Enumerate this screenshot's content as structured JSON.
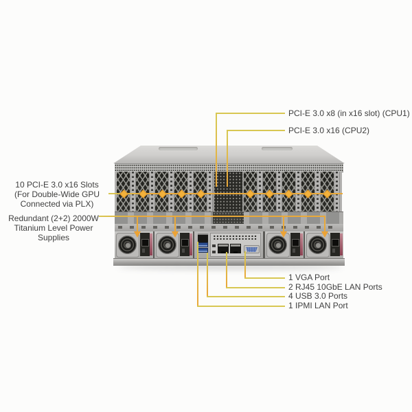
{
  "colors": {
    "callout_yellow": "#d8c752",
    "callout_orange": "#e9a93a",
    "label_text": "#3e3e3e"
  },
  "callouts": {
    "pcie_x8": {
      "label": "PCI-E 3.0 x8 (in x16 slot) (CPU1)"
    },
    "pcie_x16": {
      "label": "PCI-E 3.0 x16 (CPU2)"
    },
    "gpu_slots": {
      "lines": [
        "10 PCI-E 3.0 x16 Slots",
        "(For Double-Wide GPU",
        "Connected via PLX)"
      ]
    },
    "power": {
      "lines": [
        "Redundant (2+2) 2000W",
        "Titanium Level Power Supplies"
      ]
    },
    "vga": {
      "label": "1 VGA Port"
    },
    "lan": {
      "label": "2 RJ45 10GbE LAN Ports"
    },
    "usb": {
      "label": "4 USB 3.0 Ports"
    },
    "ipmi": {
      "label": "1 IPMI LAN Port"
    }
  }
}
